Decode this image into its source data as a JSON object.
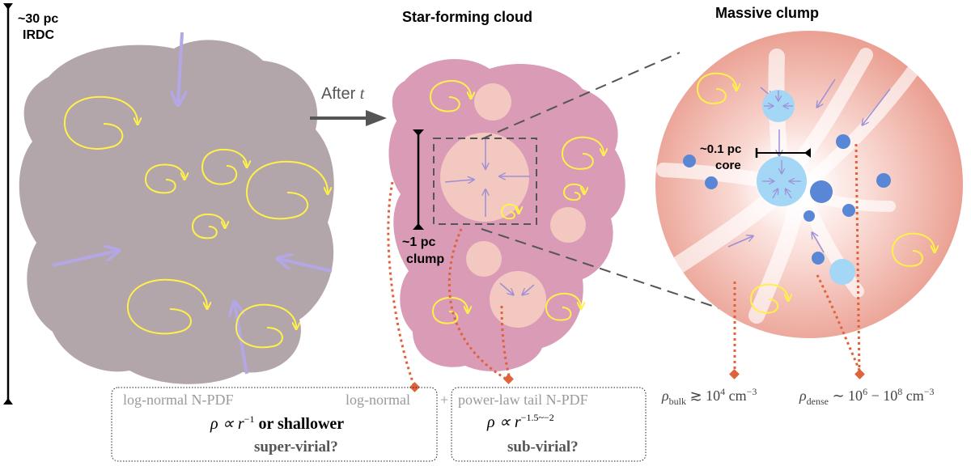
{
  "labels": {
    "irdc_scale": "~30 pc",
    "irdc_name": "IRDC",
    "after_prefix": "After ",
    "after_var": "t",
    "cloud_title": "Star-forming cloud",
    "clump_scale": "~1 pc",
    "clump_name": "clump",
    "massive_title": "Massive clump",
    "core_scale": "~0.1 pc",
    "core_name": "core"
  },
  "boxes": {
    "left": {
      "npdf_label": "log-normal N-PDF",
      "density_prefix": "ρ ∝ r",
      "density_exp": "−1",
      "density_suffix": " or shallower",
      "virial": "super-virial?"
    },
    "middle_prefix": "log-normal",
    "plus": "+",
    "right": {
      "npdf_label": "power-law tail N-PDF",
      "density_prefix": "ρ ∝ r",
      "density_exp": "−1.5~−2",
      "virial": "sub-virial?"
    }
  },
  "densities": {
    "bulk_sym": "ρ",
    "bulk_sub": "bulk",
    "bulk_rel": " ≳ 10",
    "bulk_exp": "4",
    "bulk_unit": " cm",
    "bulk_unit_exp": "−3",
    "dense_sym": "ρ",
    "dense_sub": "dense",
    "dense_rel": " ∼ 10",
    "dense_exp1": "6",
    "dense_mid": " − 10",
    "dense_exp2": "8",
    "dense_unit": " cm",
    "dense_unit_exp": "−3"
  },
  "colors": {
    "irdc_fill": "#b3a6aa",
    "cloud_fill": "#d99bb6",
    "clump_fill": "#f3c8c0",
    "sphere_outer": "#e99a8c",
    "turbulence": "#fff04a",
    "inflow": "#b3a7e6",
    "dense_core": "#5a86d6",
    "light_core": "#a4d6f6",
    "connector": "#e0623a",
    "muted_text": "#9a9a9a"
  }
}
